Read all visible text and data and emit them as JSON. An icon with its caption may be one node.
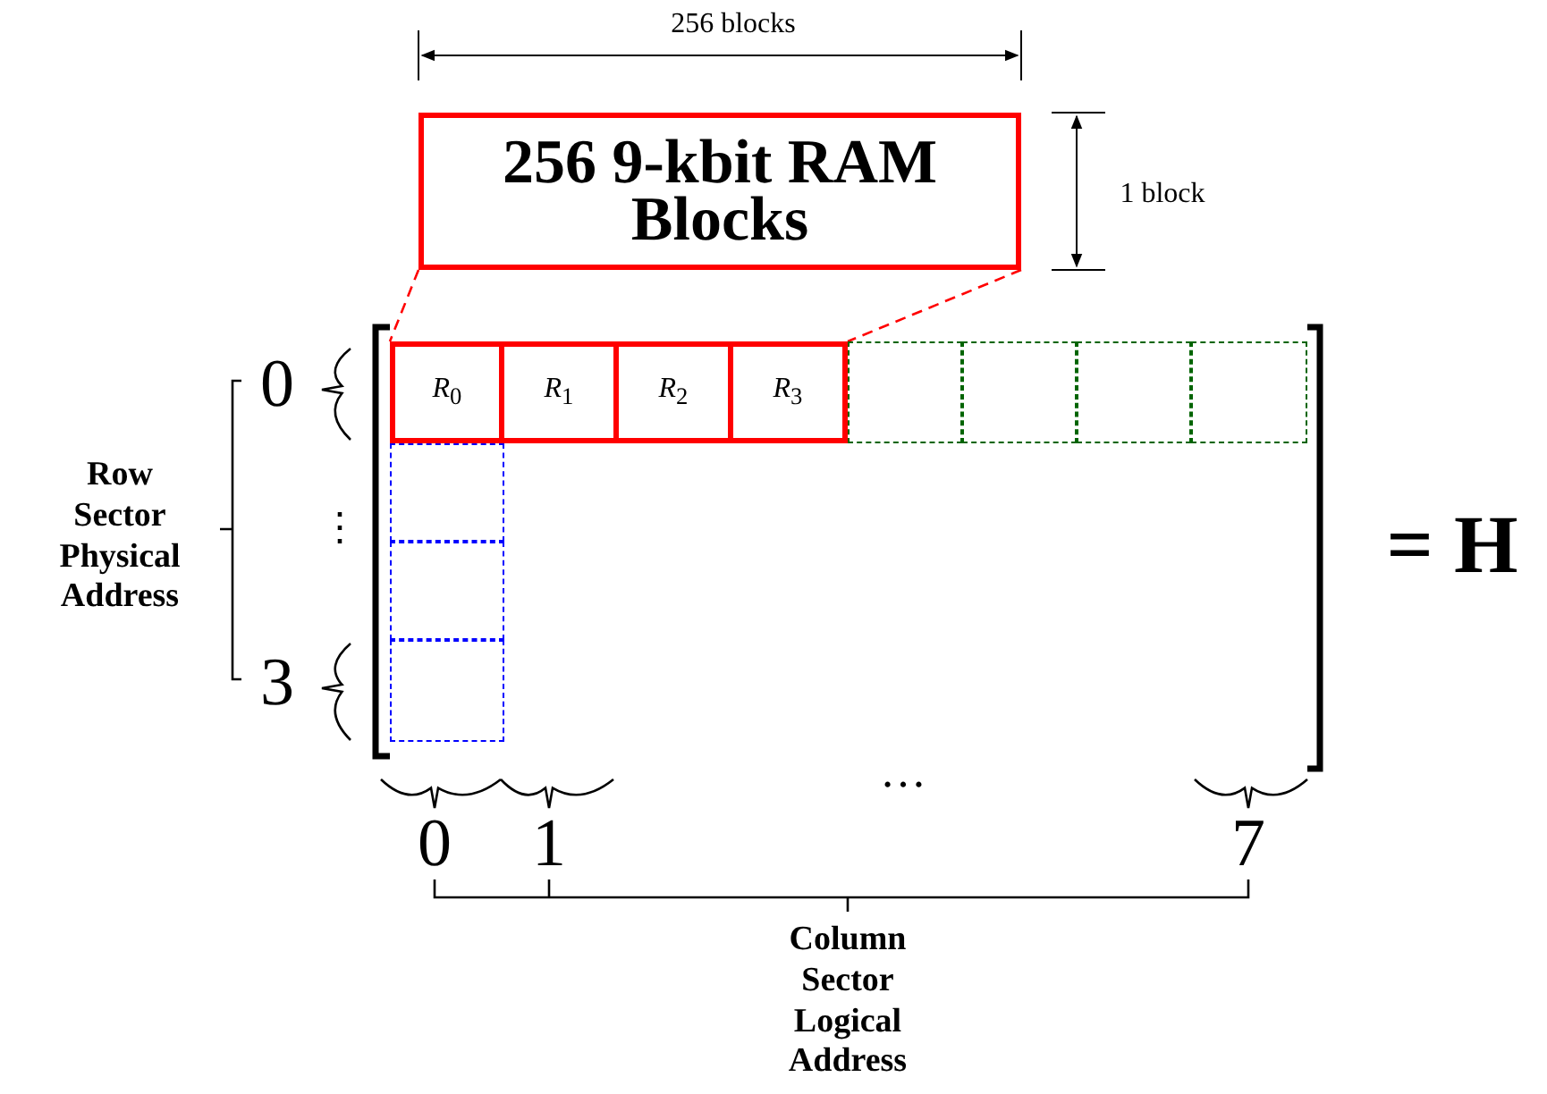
{
  "diagram": {
    "nodes": [
      {
        "text": [
          "256 9-kbit RAM Blocks"
        ]
      },
      {
        "text": [
          "*R*$_{0}$"
        ]
      },
      {
        "text": [
          "*R*$_{1}$"
        ]
      },
      {
        "text": [
          "*R*$_{2}$"
        ]
      },
      {
        "text": [
          "*R*$_{3}$"
        ]
      },
      {
        "text": [],
        "shape": "box"
      },
      {
        "text": [],
        "shape": "box"
      },
      {
        "text": [],
        "shape": "box"
      },
      {
        "text": [],
        "shape": "box"
      },
      {
        "text": [],
        "shape": "box"
      },
      {
        "text": [],
        "shape": "box"
      },
      {
        "text": [],
        "shape": "box"
      }
    ],
    "edges": [
      {
        "from": 0,
        "to": 1,
        "arrow": "none",
        "style": "dashed"
      },
      {
        "from": 0,
        "to": 4,
        "arrow": "none",
        "style": "dashed"
      }
    ],
    "labels": [
      "256 blocks",
      "1 block",
      "0",
      "⋮",
      "3",
      "Row Sector Physical Address",
      "= H",
      "0",
      "1",
      "…",
      "7",
      "Column Sector Logical Address"
    ]
  }
}
